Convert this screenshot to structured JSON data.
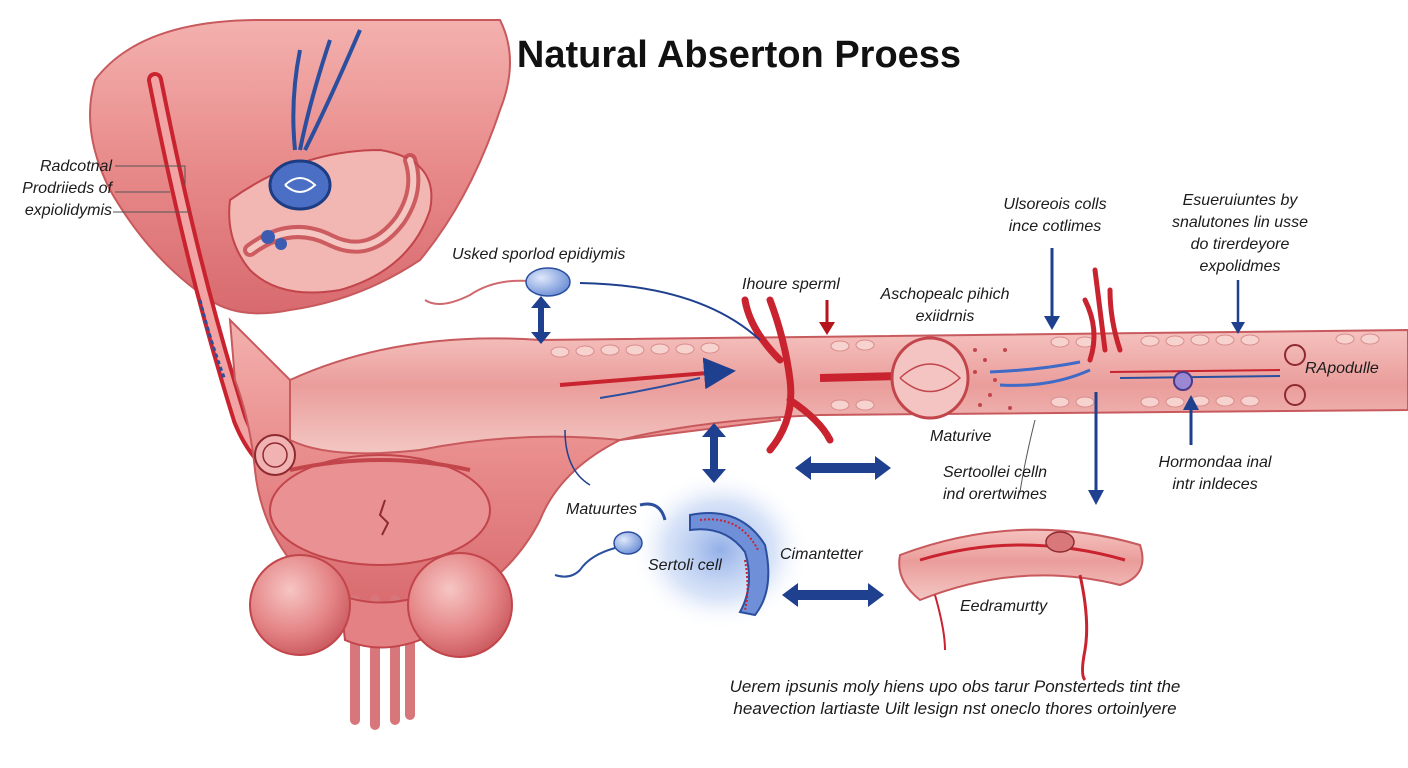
{
  "title": "Natural Absеrton Proess",
  "colors": {
    "tissue": "#e8898b",
    "tissue_light": "#f6cfcd",
    "tissue_dark": "#c2454b",
    "vessel_red": "#c8232e",
    "vessel_blue": "#2b4f9e",
    "arrow_blue": "#1f3f8f",
    "arrow_red": "#b4151c",
    "glow": "#8fb0e8"
  },
  "labels": {
    "radcotnal": "Radcotnal\nProdriieds of\nexpiolidymis",
    "usked": "Usked sporlod epidiymis",
    "ihoure": "Ihoure sperml",
    "aschopealc": "Aschopealc pihich\nexiidrnis",
    "usoreois": "Ulsoreois colls\nince cotlimes",
    "esueruiuntes": "Esueruiuntes by\nsnalutones lin usse\ndo tirerdeyore\nexpolidmes",
    "rapodulle": "RApodulle",
    "maturive": "Maturive",
    "sertoollei": "Sertoollei celln\nind orertwimes",
    "hormondaa": "Hormondaa inal\nintr inldeces",
    "matuurtes": "Matuurtes",
    "sertoli_cell": "Sertoli cell",
    "cimantetter": "Cimantetter",
    "eedramurtty": "Eedramurtty"
  },
  "caption": {
    "line1": "Uerem ipsunis moly hiens upo obs tarur  Ponsterteds tint  the",
    "line2": "heavection  lartiaste Uilt lesign nst oneclo thores ortoinlyere"
  },
  "icons": {
    "sperm_cell": "sperm-icon",
    "double_arrow": "double-arrow-icon",
    "down_arrow": "down-arrow-icon",
    "up_arrow": "up-arrow-icon"
  }
}
